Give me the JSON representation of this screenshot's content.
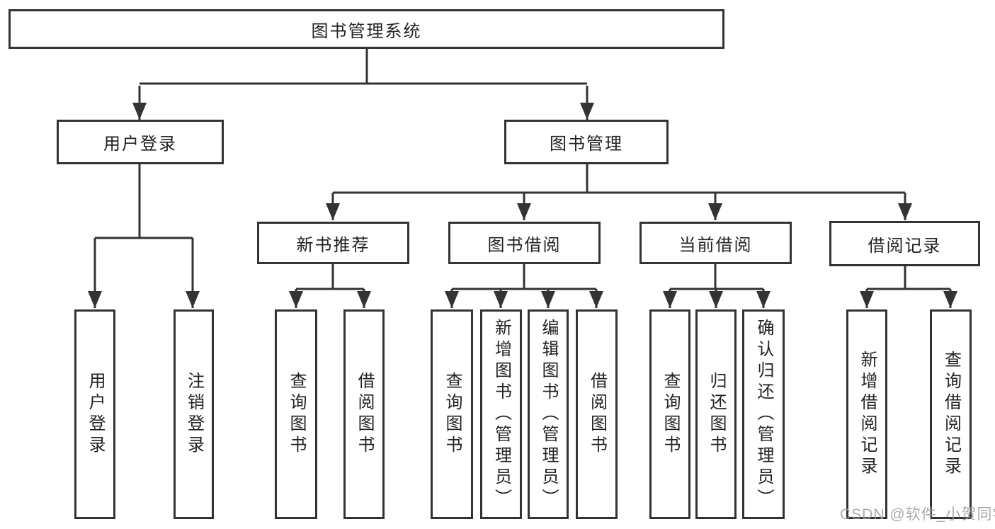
{
  "diagram": {
    "root": {
      "label": "图书管理系统"
    },
    "level2": [
      {
        "label": "用户登录"
      },
      {
        "label": "图书管理"
      }
    ],
    "level3": [
      {
        "label": "新书推荐"
      },
      {
        "label": "图书借阅"
      },
      {
        "label": "当前借阅"
      },
      {
        "label": "借阅记录"
      }
    ],
    "level4": {
      "login": [
        {
          "label": "用户登录"
        },
        {
          "label": "注销登录"
        }
      ],
      "newbook": [
        {
          "label": "查询图书"
        },
        {
          "label": "借阅图书"
        }
      ],
      "borrow": [
        {
          "label": "查询图书"
        },
        {
          "label": "新增图书（管理员）"
        },
        {
          "label": "编辑图书（管理员）"
        },
        {
          "label": "借阅图书"
        }
      ],
      "current": [
        {
          "label": "查询图书"
        },
        {
          "label": "归还图书"
        },
        {
          "label": "确认归还（管理员）"
        }
      ],
      "records": [
        {
          "label": "新增借阅记录"
        },
        {
          "label": "查询借阅记录"
        }
      ]
    },
    "watermark": "CSDN @软件_小贺同学",
    "colors": {
      "line": "#333333",
      "text": "#222222",
      "background": "#ffffff",
      "watermark": "#9e9e9e"
    }
  }
}
